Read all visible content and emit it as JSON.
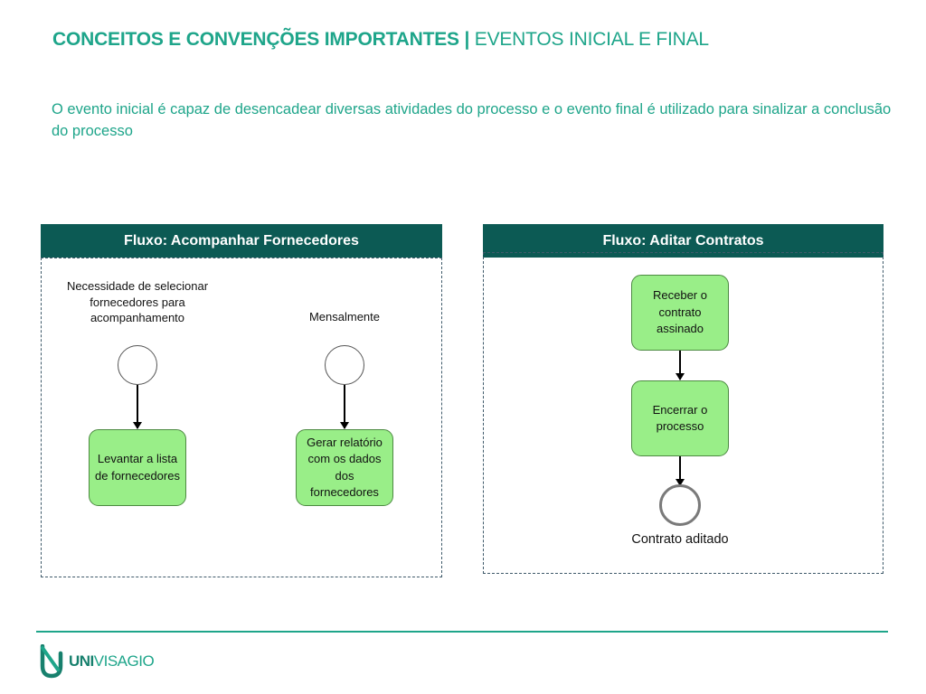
{
  "header": {
    "title_bold": "CONCEITOS E CONVENÇÕES IMPORTANTES |",
    "title_light": "EVENTOS INICIAL E FINAL",
    "subtitle": "O evento inicial é capaz de desencadear diversas atividades do processo e o evento final é utilizado para sinalizar a conclusão do processo"
  },
  "left_panel": {
    "title": "Fluxo: Acompanhar Fornecedores",
    "event1_label": "Necessidade de selecionar fornecedores para acompanhamento",
    "event2_label": "Mensalmente",
    "task1": "Levantar a lista de fornecedores",
    "task2": "Gerar relatório com os dados dos fornecedores"
  },
  "right_panel": {
    "title": "Fluxo: Aditar Contratos",
    "task1": "Receber o contrato assinado",
    "task2": "Encerrar o processo",
    "end_label": "Contrato aditado"
  },
  "logo": {
    "text_part1": "UNI",
    "text_part2": "VISAGIO"
  },
  "colors": {
    "accent": "#1ea58a",
    "panel_header": "#0c5a54",
    "task_fill": "#99ee88"
  }
}
